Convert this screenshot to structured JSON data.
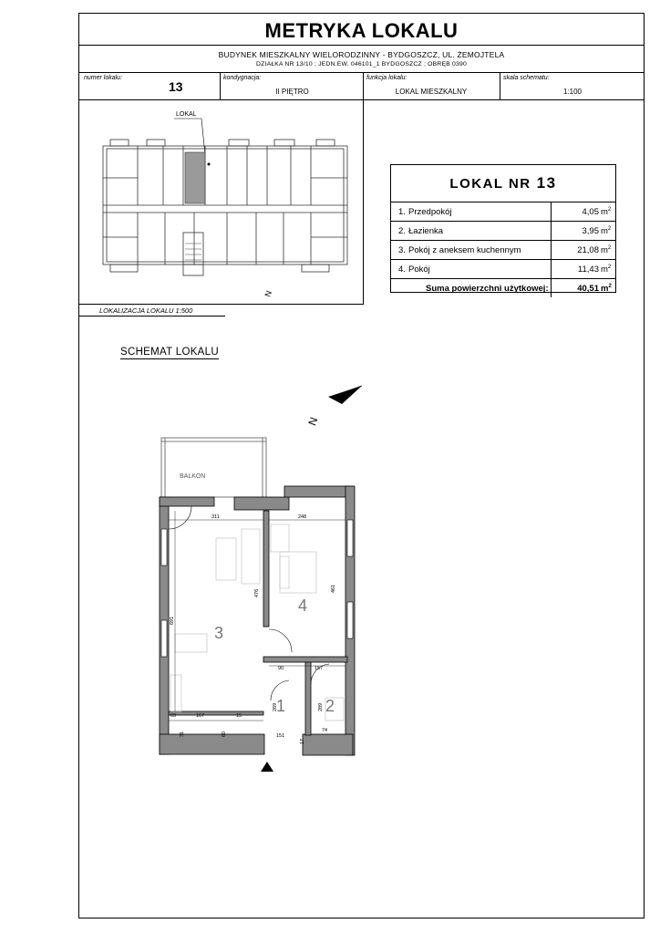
{
  "header": {
    "title": "METRYKA LOKALU",
    "building": "BUDYNEK MIESZKALNY WIELORODZINNY - BYDGOSZCZ, UL. ŻEMOJTELA",
    "plot": "DZIAŁKA NR 13/10 ;  JEDN.EW. 046101_1 BYDGOSZCZ  ; OBRĘB 0390"
  },
  "info": {
    "unit_number_caption": "numer lokalu:",
    "unit_number": "13",
    "storey_caption": "kondygnacja:",
    "storey": "II PIĘTRO",
    "function_caption": "funkcja lokalu:",
    "function": "LOKAL MIESZKALNY",
    "scale_caption": "skala schematu:",
    "scale": "1:100"
  },
  "location_plan": {
    "tag": "LOKAL",
    "caption": "LOKALIZACJA LOKALU  1:500"
  },
  "lokal_table": {
    "heading": "LOKAL  NR",
    "number": "13",
    "rooms": [
      {
        "index": "1.",
        "name": "Przedpokój",
        "area": "4,05",
        "unit": "m",
        "sup": "2"
      },
      {
        "index": "2.",
        "name": "Łazienka",
        "area": "3,95",
        "unit": "m",
        "sup": "2"
      },
      {
        "index": "3.",
        "name": "Pokój z aneksem kuchennym",
        "area": "21,08",
        "unit": "m",
        "sup": "2"
      },
      {
        "index": "4.",
        "name": "Pokój",
        "area": "11,43",
        "unit": "m",
        "sup": "2"
      }
    ],
    "total_label": "Suma powierzchni użytkowej:",
    "total_area": "40,51",
    "total_unit": "m",
    "total_sup": "2"
  },
  "schema": {
    "title": "SCHEMAT LOKALU",
    "balcony": "BALKON",
    "north": "N",
    "room_numbers": [
      "1",
      "2",
      "3",
      "4"
    ],
    "dimensions": [
      "311",
      "248",
      "476",
      "461",
      "691",
      "90",
      "157",
      "167",
      "15",
      "289",
      "269",
      "69",
      "31",
      "60",
      "151",
      "74",
      "17"
    ]
  }
}
